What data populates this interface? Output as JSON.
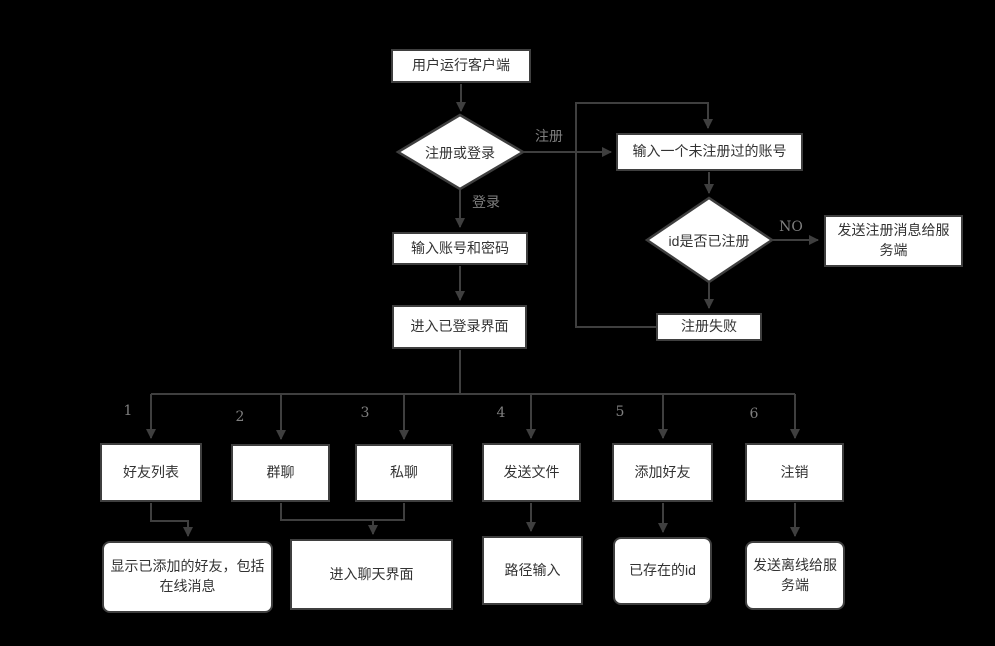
{
  "colors": {
    "background": "#000000",
    "node_fill": "#ffffff",
    "node_stroke": "#3f3f3f",
    "node_text": "#333333",
    "edge_stroke": "#3f3f3f",
    "edge_label_text": "#7f7f7f"
  },
  "nodes": {
    "start": {
      "label": "用户运行客户端"
    },
    "decision_register_or_login": {
      "label": "注册或登录"
    },
    "enter_unregistered_account": {
      "label": "输入一个未注册过的账号"
    },
    "decision_id_registered": {
      "label": "id是否已注册"
    },
    "send_register_msg_to_server": {
      "label": "发送注册消息给服务端"
    },
    "register_failed": {
      "label": "注册失败"
    },
    "enter_account_password": {
      "label": "输入账号和密码"
    },
    "enter_logged_in_ui": {
      "label": "进入已登录界面"
    },
    "friend_list": {
      "label": "好友列表"
    },
    "group_chat": {
      "label": "群聊"
    },
    "private_chat": {
      "label": "私聊"
    },
    "send_file": {
      "label": "发送文件"
    },
    "add_friend": {
      "label": "添加好友"
    },
    "logout": {
      "label": "注销"
    },
    "show_added_friends": {
      "label": "显示已添加的好友，包括在线消息"
    },
    "enter_chat_ui": {
      "label": "进入聊天界面"
    },
    "path_input": {
      "label": "路径输入"
    },
    "existing_id": {
      "label": "已存在的id"
    },
    "send_offline_to_server": {
      "label": "发送离线给服务端"
    }
  },
  "edge_labels": {
    "register": "注册",
    "login": "登录",
    "no": "NO"
  },
  "branch_numbers": [
    "1",
    "2",
    "3",
    "4",
    "5",
    "6"
  ]
}
